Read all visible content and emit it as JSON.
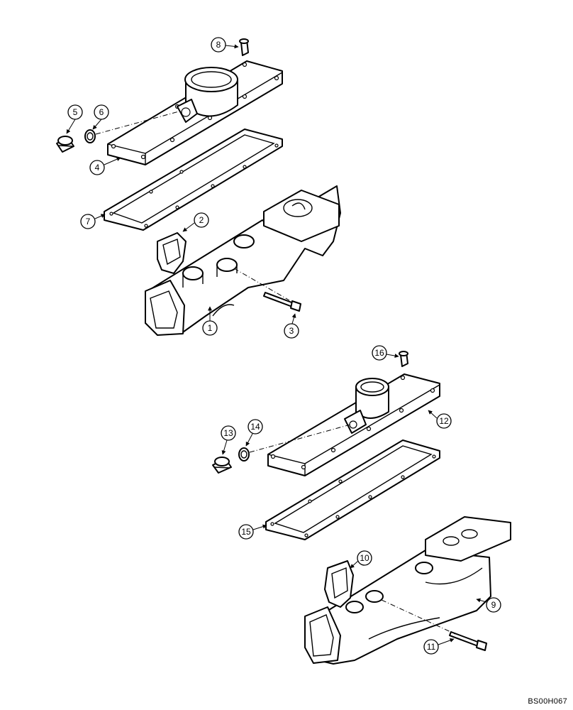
{
  "callouts": {
    "c1": "1",
    "c2": "2",
    "c3": "3",
    "c4": "4",
    "c5": "5",
    "c6": "6",
    "c7": "7",
    "c8": "8",
    "c9": "9",
    "c10": "10",
    "c11": "11",
    "c12": "12",
    "c13": "13",
    "c14": "14",
    "c15": "15",
    "c16": "16"
  },
  "reference_code": "BS00H067"
}
